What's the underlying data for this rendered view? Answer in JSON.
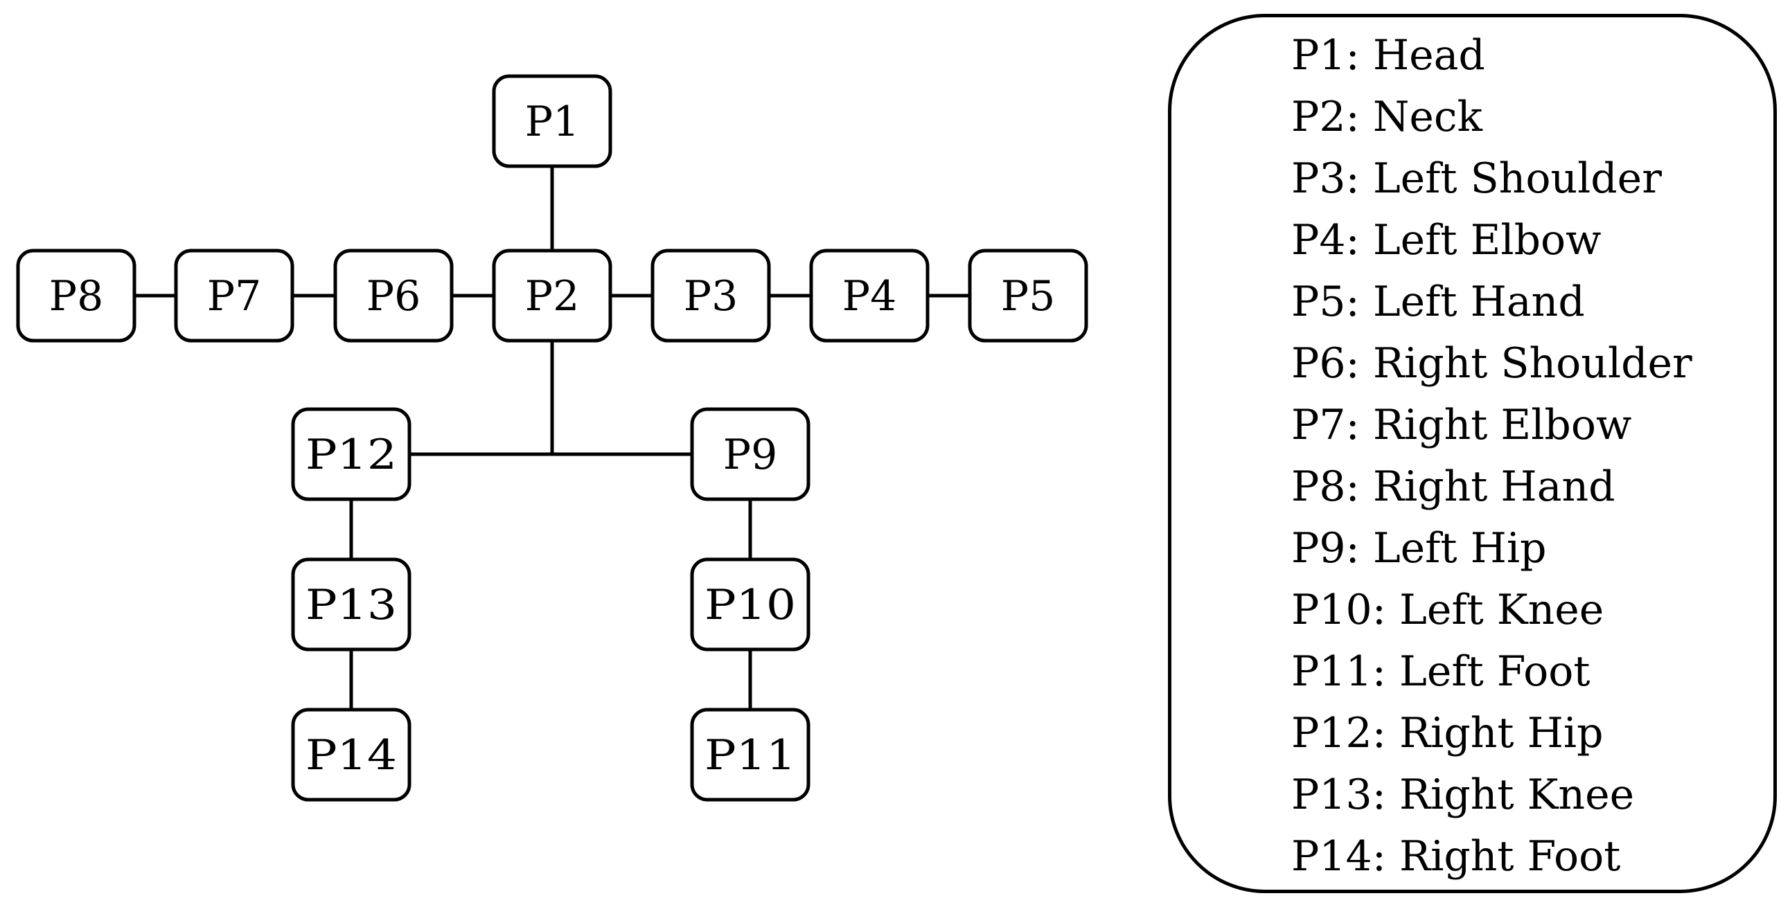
{
  "nodes": [
    {
      "id": "P1",
      "label": "P1"
    },
    {
      "id": "P2",
      "label": "P2"
    },
    {
      "id": "P3",
      "label": "P3"
    },
    {
      "id": "P4",
      "label": "P4"
    },
    {
      "id": "P5",
      "label": "P5"
    },
    {
      "id": "P6",
      "label": "P6"
    },
    {
      "id": "P7",
      "label": "P7"
    },
    {
      "id": "P8",
      "label": "P8"
    },
    {
      "id": "P9",
      "label": "P9"
    },
    {
      "id": "P10",
      "label": "P10"
    },
    {
      "id": "P11",
      "label": "P11"
    },
    {
      "id": "P12",
      "label": "P12"
    },
    {
      "id": "P13",
      "label": "P13"
    },
    {
      "id": "P14",
      "label": "P14"
    }
  ],
  "edges": [
    [
      "P1",
      "P2"
    ],
    [
      "P8",
      "P7"
    ],
    [
      "P7",
      "P6"
    ],
    [
      "P6",
      "P2"
    ],
    [
      "P2",
      "P3"
    ],
    [
      "P3",
      "P4"
    ],
    [
      "P4",
      "P5"
    ],
    [
      "P2",
      "P12"
    ],
    [
      "P2",
      "P9"
    ],
    [
      "P12",
      "P13"
    ],
    [
      "P13",
      "P14"
    ],
    [
      "P9",
      "P10"
    ],
    [
      "P10",
      "P11"
    ]
  ],
  "legend": {
    "items": [
      "P1: Head",
      "P2: Neck",
      "P3: Left Shoulder",
      "P4: Left Elbow",
      "P5: Left Hand",
      "P6: Right Shoulder",
      "P7: Right Elbow",
      "P8: Right Hand",
      "P9: Left Hip",
      "P10: Left Knee",
      "P11: Left Foot",
      "P12: Right Hip",
      "P13: Right Knee",
      "P14: Right Foot"
    ]
  }
}
